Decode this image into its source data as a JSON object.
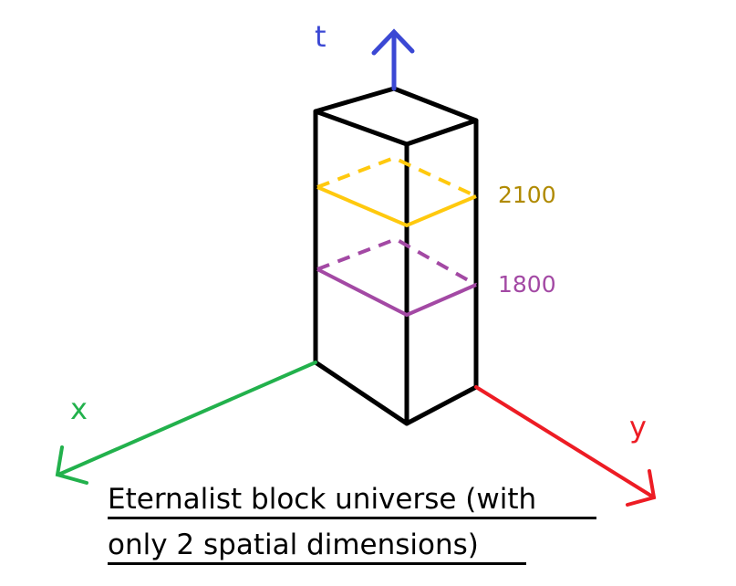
{
  "axes": {
    "t": {
      "label": "t",
      "color": "#3b48d4"
    },
    "x": {
      "label": "x",
      "color": "#22b14c"
    },
    "y": {
      "label": "y",
      "color": "#ed1c24"
    }
  },
  "slices": [
    {
      "label": "2100",
      "line_color": "#ffc90e",
      "text_color": "#b08a00"
    },
    {
      "label": "1800",
      "line_color": "#a349a4",
      "text_color": "#a349a4"
    }
  ],
  "title": {
    "line1": "Eternalist block universe (with",
    "line2": "only 2 spatial dimensions)"
  }
}
